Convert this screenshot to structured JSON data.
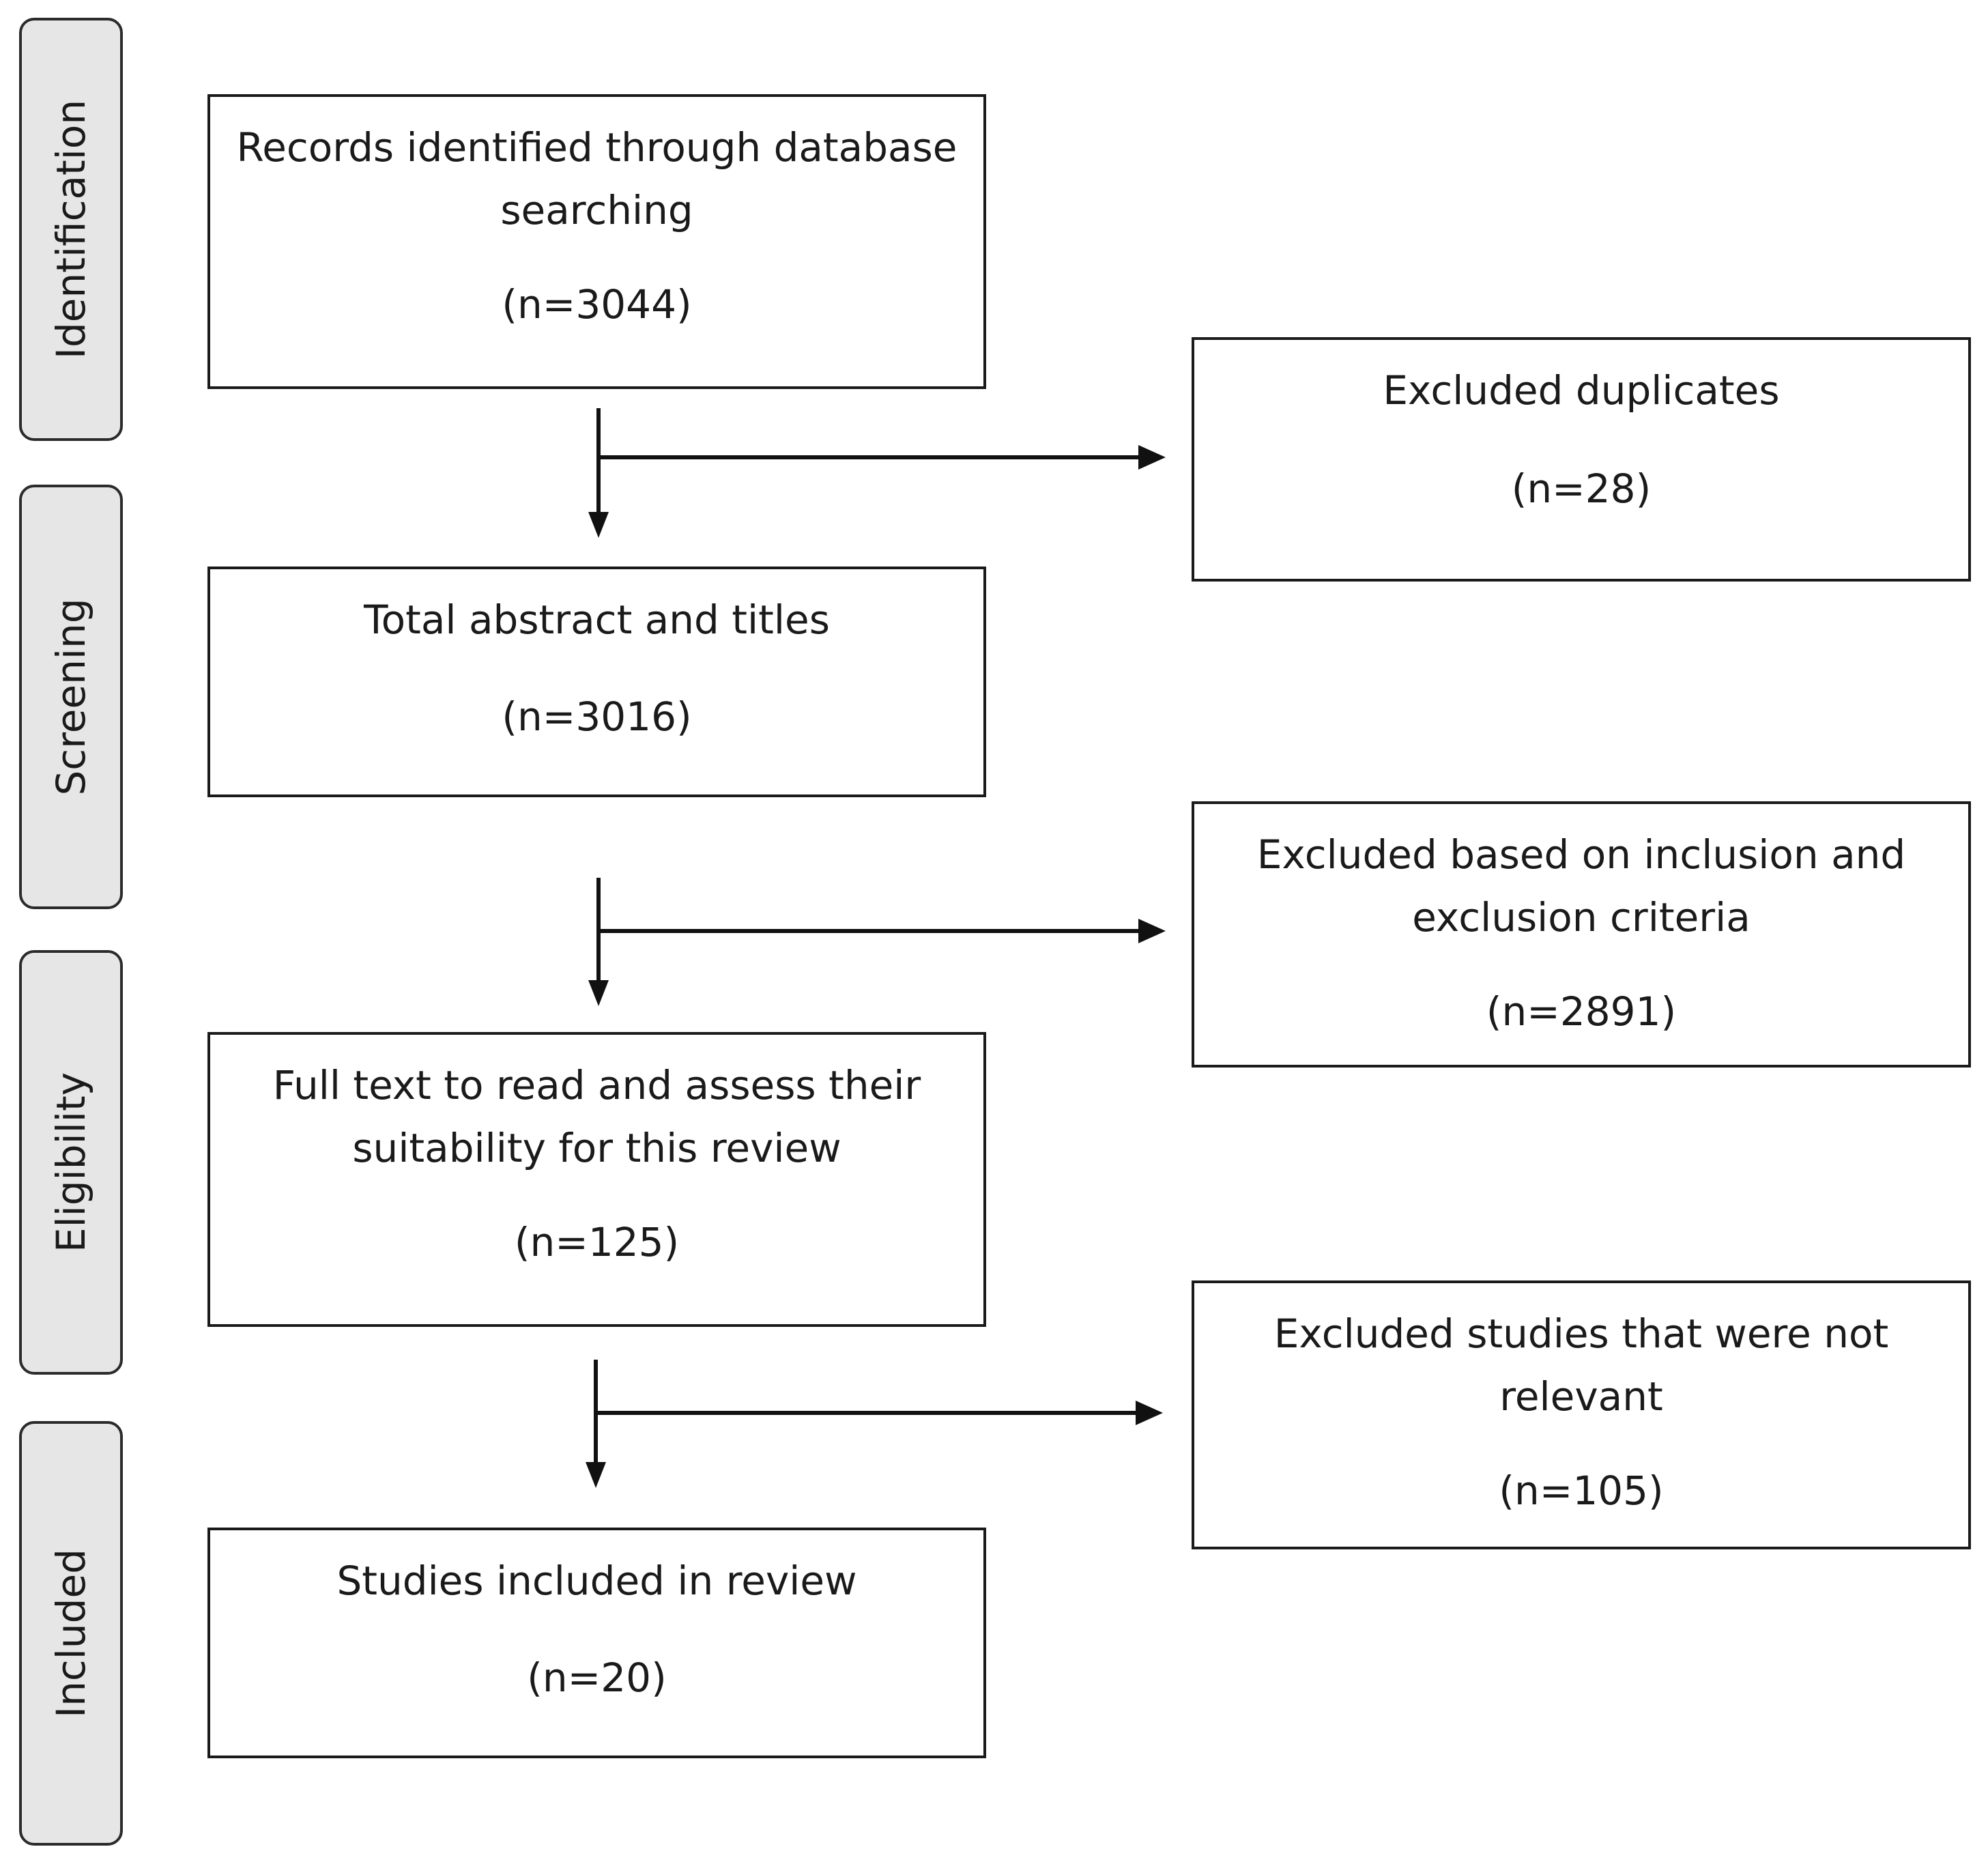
{
  "stages": [
    {
      "id": "identification",
      "label": "Identification"
    },
    {
      "id": "screening",
      "label": "Screening"
    },
    {
      "id": "eligibility",
      "label": "Eligibility"
    },
    {
      "id": "included",
      "label": "Included"
    }
  ],
  "main_boxes": [
    {
      "text": "Records identified through database searching",
      "count": "(n=3044)"
    },
    {
      "text": "Total abstract and titles",
      "count": "(n=3016)"
    },
    {
      "text": "Full text to read and assess their suitability for this review",
      "count": "(n=125)"
    },
    {
      "text": "Studies included in review",
      "count": "(n=20)"
    }
  ],
  "excluded_boxes": [
    {
      "text": "Excluded duplicates",
      "count": "(n=28)"
    },
    {
      "text": "Excluded based on inclusion and exclusion criteria",
      "count": "(n=2891)"
    },
    {
      "text": "Excluded studies that were not relevant",
      "count": "(n=105)"
    }
  ]
}
